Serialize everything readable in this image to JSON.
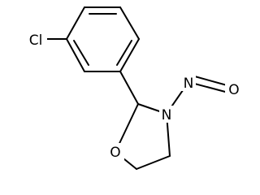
{
  "molecule": {
    "atoms": {
      "chlorine": "Cl",
      "ring_nitrogen": "N",
      "nitroso_oxygen": "O",
      "ring_oxygen": "O"
    },
    "colors": {
      "bond": "#000000",
      "label": "#000000",
      "background": "#ffffff"
    }
  }
}
